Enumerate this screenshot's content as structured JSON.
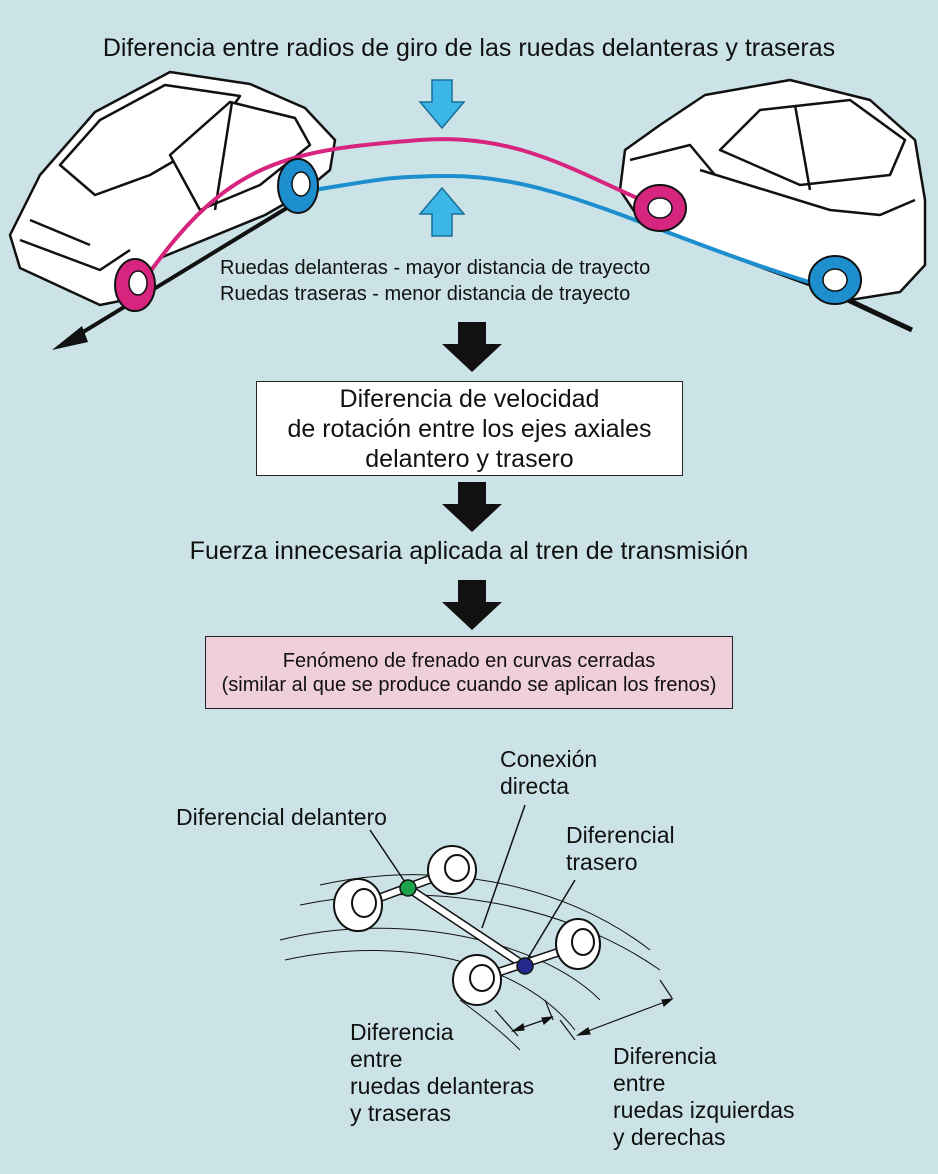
{
  "title": "Diferencia entre radios de giro de las ruedas delanteras y traseras",
  "wheel_notes": [
    "Ruedas delanteras - mayor distancia de trayecto",
    "Ruedas traseras - menor distancia de trayecto"
  ],
  "box_rotation": [
    "Diferencia de velocidad",
    "de rotación entre los ejes axiales",
    "delantero y trasero"
  ],
  "force_text": "Fuerza innecesaria aplicada al tren de transmisión",
  "box_braking": [
    "Fenómeno de frenado en curvas cerradas",
    "(similar al que se produce cuando se aplican los frenos)"
  ],
  "labels": {
    "front_diff": "Diferencial delantero",
    "direct_conn": [
      "Conexión",
      "directa"
    ],
    "rear_diff": [
      "Diferencial",
      "trasero"
    ],
    "front_rear_diff": [
      "Diferencia",
      "entre",
      "ruedas delanteras",
      "y traseras"
    ],
    "left_right_diff": [
      "Diferencia",
      "entre",
      "ruedas izquierdas",
      "y derechas"
    ]
  },
  "colors": {
    "background": "#cbe3e6",
    "front_path": "#d6247f",
    "rear_path": "#1d8fcf",
    "hint_arrow": "#3bb6e6",
    "flow_arrow": "#111111",
    "braking_box": "#f0cfdc",
    "front_diff_dot": "#1aa34a",
    "rear_diff_dot": "#232a8c"
  }
}
